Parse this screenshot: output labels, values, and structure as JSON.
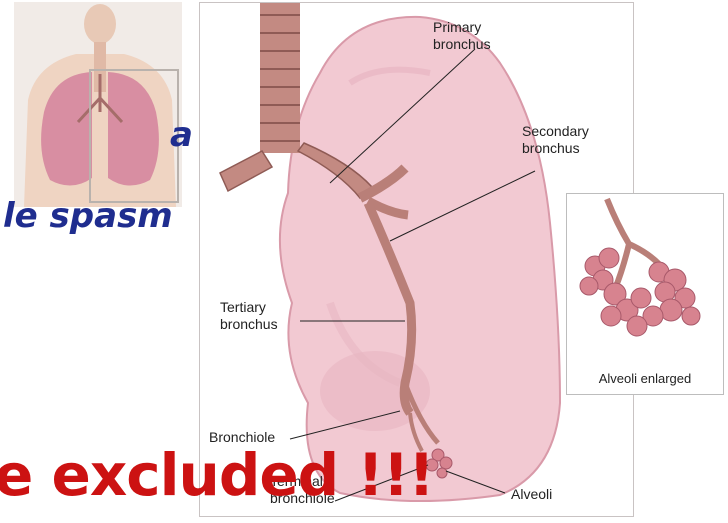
{
  "slide": {
    "text_line1": "a",
    "text_line2": "le spasm",
    "banner": "e excluded !!!"
  },
  "diagram": {
    "labels": {
      "primary_bronchus": "Primary\nbronchus",
      "secondary_bronchus": "Secondary\nbronchus",
      "tertiary_bronchus": "Tertiary\nbronchus",
      "bronchiole": "Bronchiole",
      "alveoli": "Alveoli",
      "terminal_bronchiole": "Terminal\nbronchiole"
    },
    "inset_label": "Alveoli enlarged"
  },
  "colors": {
    "slide_text": "#1f2d8f",
    "banner": "#cc1212",
    "lung": "#f2c9d2",
    "lung_edge": "#d99aa9",
    "airway": "#b97f78",
    "alveoli": "#d7838f"
  }
}
